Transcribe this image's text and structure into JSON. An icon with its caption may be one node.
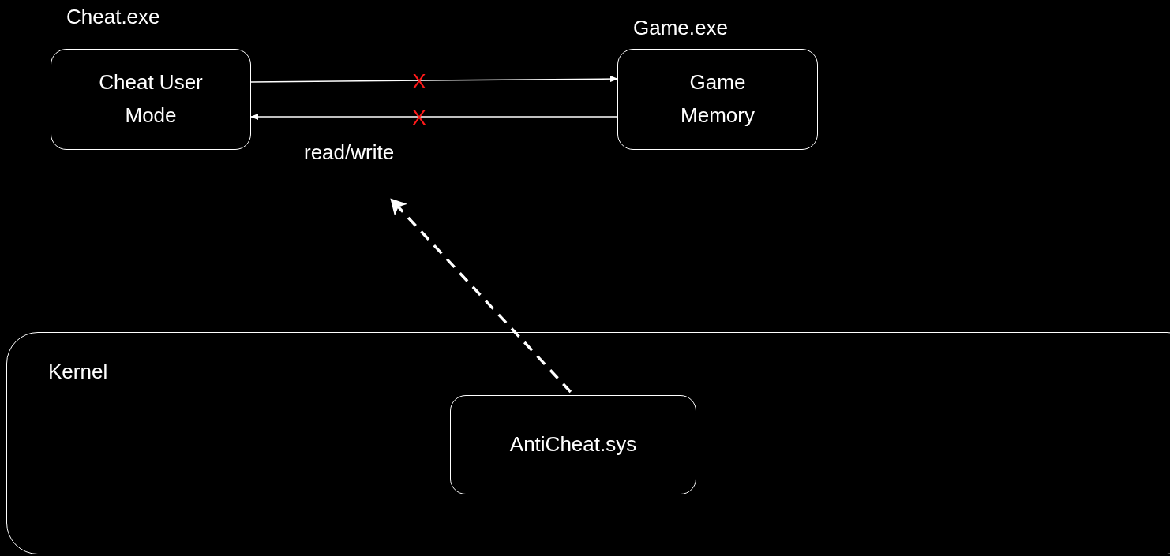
{
  "diagram": {
    "nodes": [
      {
        "text": [
          "Cheat.exe",
          "Cheat User Mode"
        ]
      },
      {
        "text": [
          "Game.exe",
          "Game Memory"
        ]
      },
      {
        "text": [
          "Kernel"
        ]
      },
      {
        "text": [
          "AntiCheat.sys"
        ],
        "in": 2
      },
      {
        "text": [
          "read/write"
        ]
      }
    ],
    "edges": [
      {
        "from": 0,
        "to": 1,
        "arrow": "to",
        "label": "X"
      },
      {
        "from": 1,
        "to": 0,
        "arrow": "to",
        "label": "X"
      },
      {
        "from": 3,
        "to": 4,
        "arrow": "to",
        "style": "dashed"
      }
    ]
  }
}
